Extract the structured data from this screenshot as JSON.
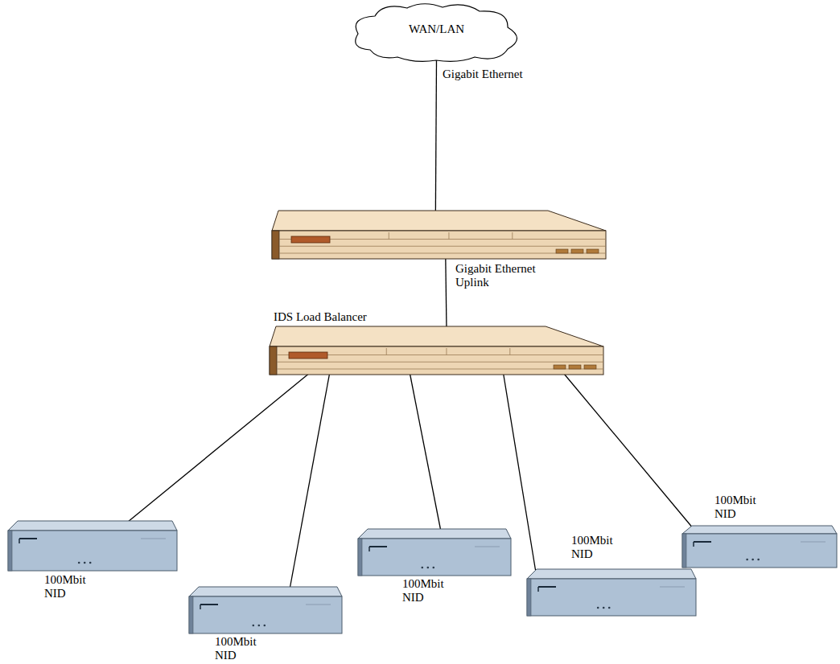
{
  "diagram": {
    "nodes": [
      {
        "text": [
          "WAN/LAN"
        ]
      },
      {
        "text": []
      },
      {
        "text": [
          "IDS Load Balancer"
        ]
      },
      {
        "text": [
          "100Mbit NID"
        ]
      },
      {
        "text": [
          "100Mbit NID"
        ]
      },
      {
        "text": [
          "100Mbit NID"
        ]
      },
      {
        "text": [
          "100Mbit NID"
        ]
      },
      {
        "text": [
          "100Mbit NID"
        ]
      }
    ],
    "edges": [
      {
        "from": 0,
        "to": 1,
        "arrow": "none",
        "label": "Gigabit Ethernet"
      },
      {
        "from": 1,
        "to": 2,
        "arrow": "none",
        "label": "Gigabit Ethernet Uplink"
      },
      {
        "from": 2,
        "to": 3,
        "arrow": "none"
      },
      {
        "from": 2,
        "to": 4,
        "arrow": "none"
      },
      {
        "from": 2,
        "to": 5,
        "arrow": "none"
      },
      {
        "from": 2,
        "to": 6,
        "arrow": "none"
      },
      {
        "from": 2,
        "to": 7,
        "arrow": "none"
      }
    ]
  }
}
